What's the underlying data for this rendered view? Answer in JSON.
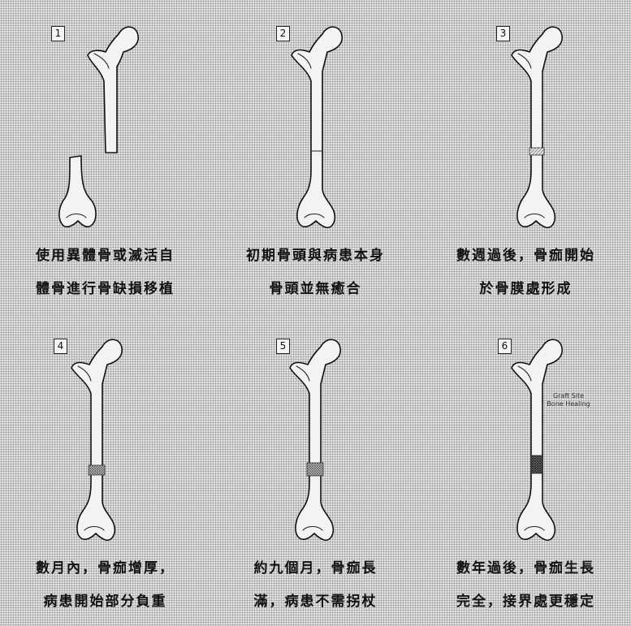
{
  "panels": [
    {
      "step": "1",
      "caption_line1": "使用異體骨或滅活自",
      "caption_line2": "體骨進行骨缺損移植"
    },
    {
      "step": "2",
      "caption_line1": "初期骨頭與病患本身",
      "caption_line2": "骨頭並無癒合"
    },
    {
      "step": "3",
      "caption_line1": "數週過後，骨痂開始",
      "caption_line2": "於骨膜處形成",
      "annotation": ""
    },
    {
      "step": "4",
      "caption_line1": "數月內，骨痂增厚，",
      "caption_line2": "病患開始部分負重"
    },
    {
      "step": "5",
      "caption_line1": "約九個月，骨痂長",
      "caption_line2": "滿，病患不需拐杖"
    },
    {
      "step": "6",
      "caption_line1": "數年過後，骨痂生長",
      "caption_line2": "完全，接界處更穩定",
      "annotation": "Graft Site Bone Healing"
    }
  ],
  "colors": {
    "bone_fill": "#f3f3f3",
    "outline": "#111111",
    "callus_light": "#b5b5b5",
    "callus_dark": "#5a5a5a",
    "background": "#cfcfcf"
  }
}
